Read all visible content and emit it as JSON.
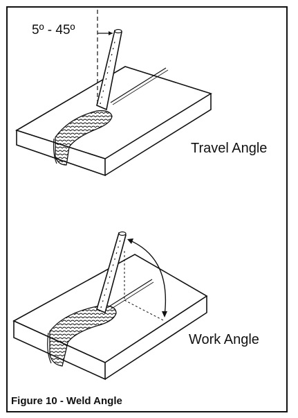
{
  "labels": {
    "angle_range": "5º - 45º",
    "travel_angle": "Travel Angle",
    "work_angle": "Work Angle",
    "caption": "Figure 10 - Weld Angle"
  },
  "colors": {
    "line": "#111111",
    "background": "#ffffff",
    "plate_top": "#ffffff",
    "plate_side": "#ffffff"
  }
}
